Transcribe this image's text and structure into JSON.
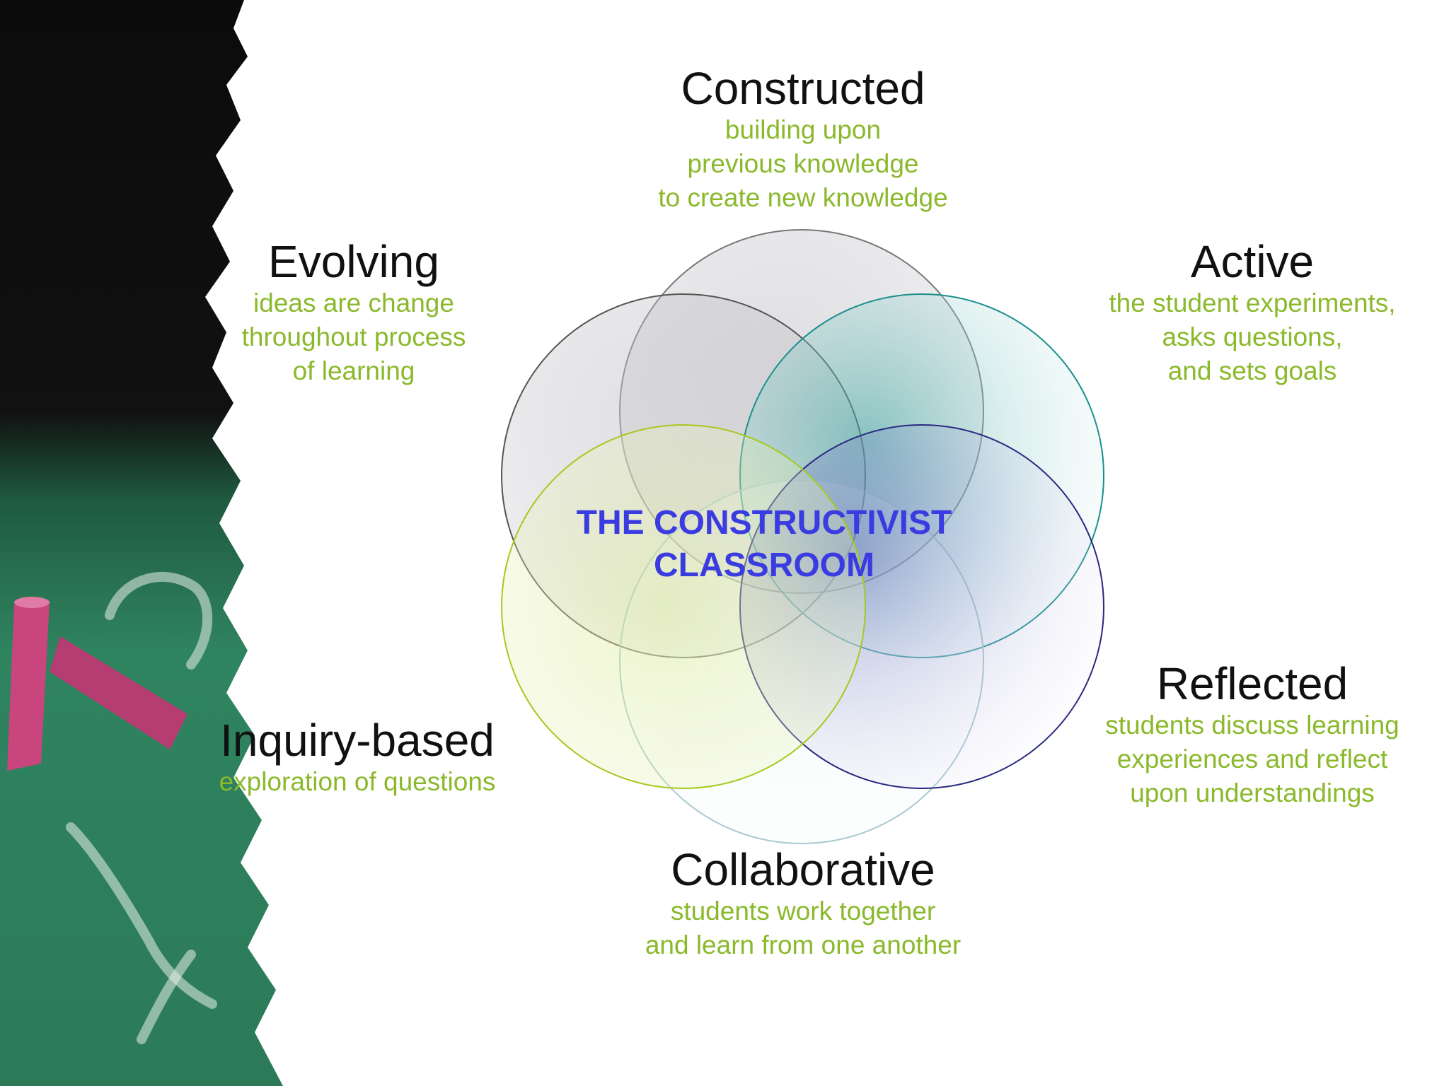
{
  "center": {
    "line1": "THE CONSTRUCTIVIST",
    "line2": "CLASSROOM"
  },
  "petals": [
    {
      "key": "constructed",
      "title": "Constructed",
      "desc": [
        "building upon",
        "previous knowledge",
        "to create new knowledge"
      ]
    },
    {
      "key": "active",
      "title": "Active",
      "desc": [
        "the student experiments,",
        "asks questions,",
        "and sets goals"
      ]
    },
    {
      "key": "reflected",
      "title": "Reflected",
      "desc": [
        "students discuss learning",
        "experiences and reflect",
        "upon understandings"
      ]
    },
    {
      "key": "collaborative",
      "title": "Collaborative",
      "desc": [
        "students work together",
        "and learn from one another"
      ]
    },
    {
      "key": "inquiry-based",
      "title": "Inquiry-based",
      "desc": [
        "exploration of questions"
      ]
    },
    {
      "key": "evolving",
      "title": "Evolving",
      "desc": [
        "ideas are change",
        "throughout process",
        "of learning"
      ]
    }
  ],
  "colors": {
    "title_text": "#111111",
    "desc_text": "#8ab92c",
    "center_text": "#3a3be0",
    "circle_gray": "#777777",
    "circle_teal": "#1a8f8f",
    "circle_navy": "#2a2a80",
    "circle_green": "#a6c81e",
    "circle_light": "#a9c9cf",
    "chalkboard": "#2f7d5a",
    "chalk_pink": "#c8457e"
  }
}
